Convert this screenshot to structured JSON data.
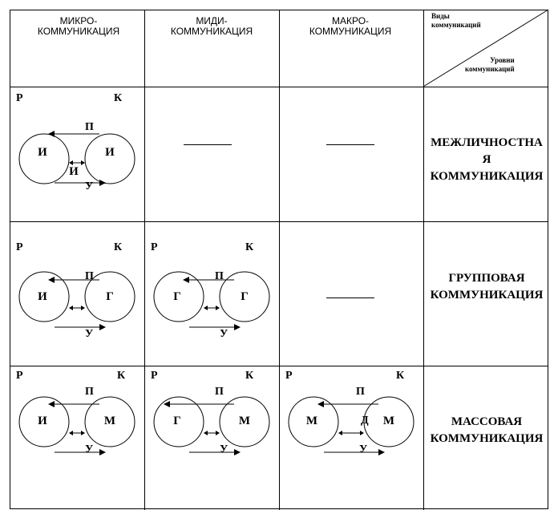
{
  "columns": {
    "micro": "МИКРО-\nКОММУНИКАЦИЯ",
    "midi": "МИДИ-\nКОММУНИКАЦИЯ",
    "macro": "МАКРО-\nКОММУНИКАЦИЯ"
  },
  "corner": {
    "top": "Виды\nкоммуникаций",
    "bottom": "Уровни\nкоммуникаций"
  },
  "rows": {
    "interpersonal": "МЕЖЛИЧНОСТНАЯ\nКОММУНИКАЦИЯ",
    "group": "ГРУППОВАЯ\nКОММУНИКАЦИЯ",
    "mass": "МАССОВАЯ\nКОММУНИКАЦИЯ"
  },
  "diagram_labels": {
    "r": "Р",
    "k": "К",
    "p": "П",
    "u": "У",
    "d": "Д"
  },
  "diagrams": {
    "r1c1": {
      "left": "И",
      "right": "И",
      "mid": "И"
    },
    "r2c1": {
      "left": "И",
      "right": "Г"
    },
    "r2c2": {
      "left": "Г",
      "right": "Г"
    },
    "r3c1": {
      "left": "И",
      "right": "М"
    },
    "r3c2": {
      "left": "Г",
      "right": "М"
    },
    "r3c3": {
      "left": "М",
      "right": "М"
    }
  }
}
